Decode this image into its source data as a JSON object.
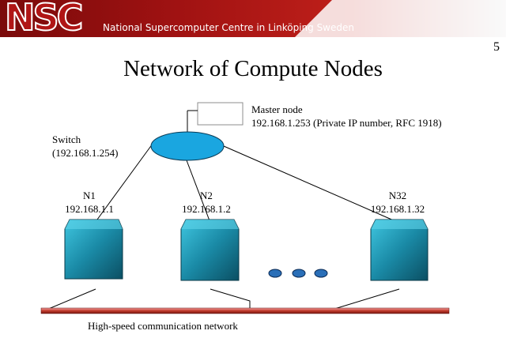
{
  "banner": {
    "logo": "NSC",
    "subtitle": "National Supercomputer Centre in Linköping Sweden"
  },
  "slide": {
    "number": "5",
    "title": "Network of Compute Nodes"
  },
  "master_node": {
    "label": "Master node",
    "ip": "192.168.1.253 (Private IP number, RFC 1918)"
  },
  "switch": {
    "label": "Switch",
    "ip": "(192.168.1.254)"
  },
  "nodes": [
    {
      "name": "N1",
      "ip": "192.168.1.1"
    },
    {
      "name": "N2",
      "ip": "192.168.1.2"
    },
    {
      "name": "N32",
      "ip": "192.168.1.32"
    }
  ],
  "network": {
    "label": "High-speed communication network"
  },
  "colors": {
    "banner": "#a01212",
    "switch_fill": "#1aa6e0",
    "node_fill": "#1f8fa8",
    "network_bar": "#c0392b"
  }
}
